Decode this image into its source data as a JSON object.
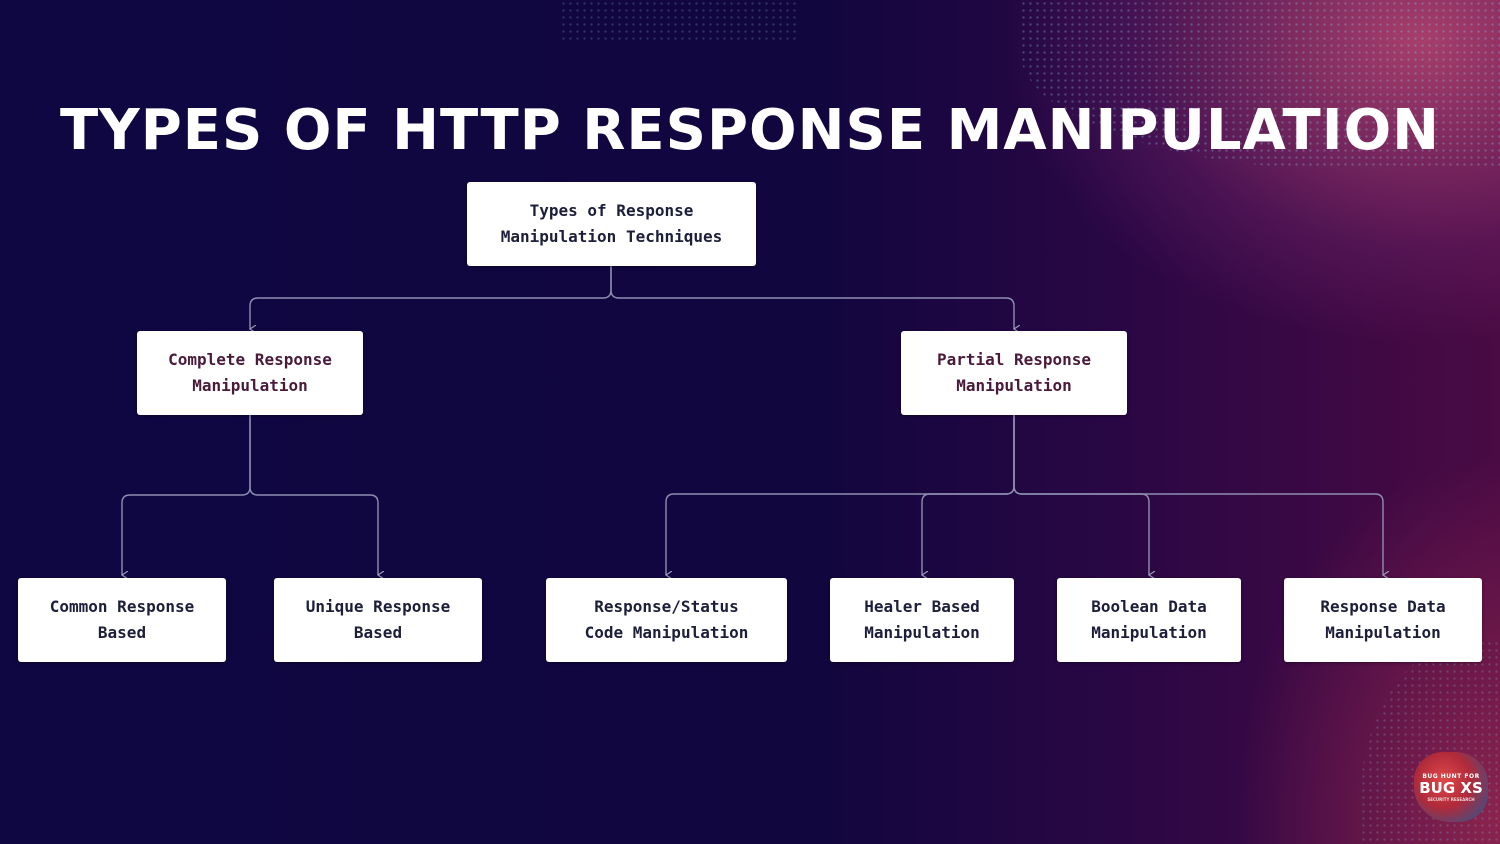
{
  "slide": {
    "title": "TYPES OF HTTP RESPONSE MANIPULATION"
  },
  "diagram": {
    "root": "Types of Response\nManipulation Techniques",
    "branches": [
      {
        "label": "Complete Response\nManipulation",
        "children": [
          "Common Response\nBased",
          "Unique Response\nBased"
        ]
      },
      {
        "label": "Partial Response\nManipulation",
        "children": [
          "Response/Status\nCode Manipulation",
          "Healer Based\nManipulation",
          "Boolean Data\nManipulation",
          "Response Data\nManipulation"
        ]
      }
    ]
  },
  "logo": {
    "top_text": "BUG HUNT FOR",
    "main_text": "BUG XS",
    "bottom_text": "SECURITY RESEARCH"
  }
}
